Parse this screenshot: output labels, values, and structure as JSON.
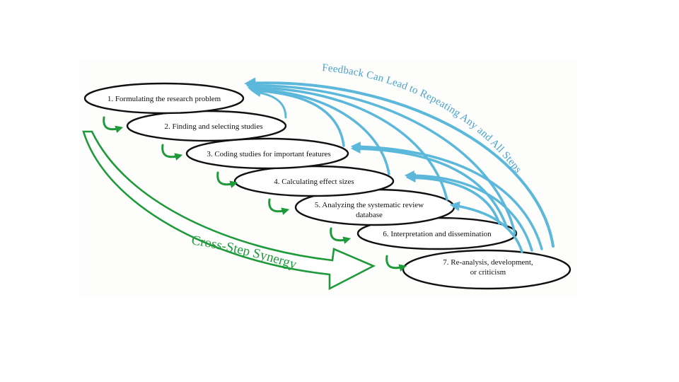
{
  "diagram": {
    "steps": [
      {
        "label": "1. Formulating the research problem"
      },
      {
        "label": "2. Finding and selecting studies"
      },
      {
        "label": "3. Coding studies for important features"
      },
      {
        "label": "4. Calculating effect sizes"
      },
      {
        "label_line1": "5. Analyzing the systematic review",
        "label_line2": "database"
      },
      {
        "label": "6. Interpretation and dissemination"
      },
      {
        "label_line1": "7. Re-analysis, development,",
        "label_line2": "or criticism"
      }
    ],
    "feedback_label": "Feedback Can Lead to Repeating Any and All Steps",
    "synergy_label": "Cross-Step Synergy",
    "colors": {
      "feedback": "#5bb8da",
      "synergy": "#1f9a3a",
      "outline": "#111111"
    }
  }
}
